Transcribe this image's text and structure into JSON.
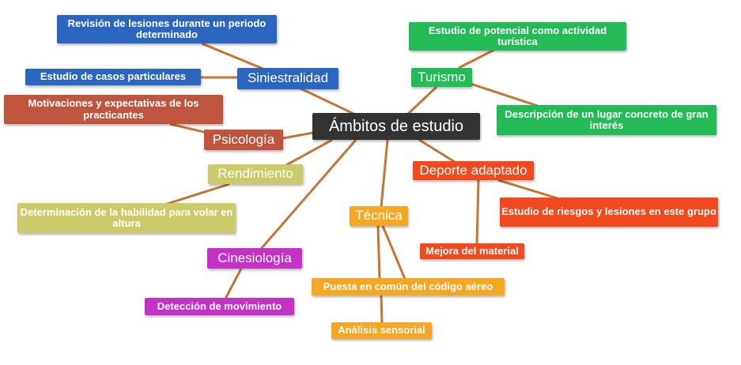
{
  "center": "Ámbitos de estudio",
  "branches": {
    "siniestralidad": {
      "label": "Siniestralidad",
      "children": [
        "Revisión de lesiones durante un periodo determinado",
        "Estudio de casos particulares"
      ]
    },
    "psicologia": {
      "label": "Psicología",
      "children": [
        "Motivaciones y expectativas de los practicantes"
      ]
    },
    "rendimiento": {
      "label": "Rendimiento",
      "children": [
        "Determinación de la habilidad para volar en altura"
      ]
    },
    "cinesiologia": {
      "label": "Cinesiología",
      "children": [
        "Detección de movimiento"
      ]
    },
    "tecnica": {
      "label": "Técnica",
      "children": [
        "Puesta en común del código aéreo",
        "Análisis sensorial"
      ]
    },
    "deporte": {
      "label": "Deporte adaptado",
      "children": [
        "Estudio de riesgos y lesiones en este grupo",
        "Mejora del material"
      ]
    },
    "turismo": {
      "label": "Turismo",
      "children": [
        "Estudio de potencial como actividad turística",
        "Descripción de un lugar concreto de gran interés"
      ]
    }
  },
  "colors": {
    "link": "#c87533",
    "center": "#333333",
    "siniestralidad": "#2b66c0",
    "psicologia": "#c0553d",
    "rendimiento": "#cbcb6a",
    "cinesiologia": "#c532c8",
    "tecnica": "#f5a623",
    "deporte": "#f24a1e",
    "turismo": "#22bb55"
  }
}
